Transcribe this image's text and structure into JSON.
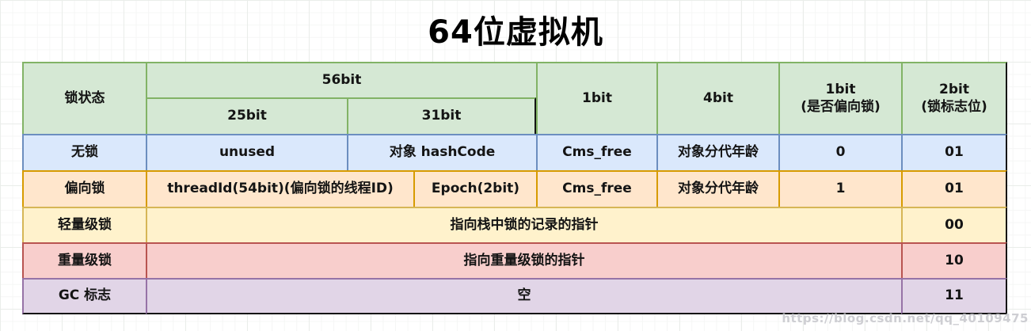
{
  "title": "64位虚拟机",
  "watermark": "https://blog.csdn.net/qq_40109475",
  "colors": {
    "header_fill": "#d5e8d4",
    "header_border": "#82b366",
    "no_lock_fill": "#dae8fc",
    "no_lock_border": "#6c8ebf",
    "biased_fill": "#ffe6cc",
    "biased_border": "#d79b00",
    "lightweight_fill": "#fff2cc",
    "lightweight_border": "#d6b656",
    "heavyweight_fill": "#f8cecc",
    "heavyweight_border": "#b85450",
    "gc_fill": "#e1d5e7",
    "gc_border": "#9673a6"
  },
  "table": {
    "header": {
      "lock_state": "锁状态",
      "bits56": "56bit",
      "bits25": "25bit",
      "bits31": "31bit",
      "bits1": "1bit",
      "bits4": "4bit",
      "bits1_biased": [
        "1bit",
        "(是否偏向锁)"
      ],
      "bits2_flag": [
        "2bit",
        "(锁标志位)"
      ]
    },
    "rows": [
      {
        "label": "无锁",
        "cells": [
          "unused",
          "对象 hashCode",
          "Cms_free",
          "对象分代年龄",
          "0",
          "01"
        ]
      },
      {
        "label": "偏向锁",
        "cells": [
          "threadId(54bit)(偏向锁的线程ID)",
          "Epoch(2bit)",
          "Cms_free",
          "对象分代年龄",
          "1",
          "01"
        ]
      },
      {
        "label": "轻量级锁",
        "cells": [
          "指向栈中锁的记录的指针",
          "00"
        ]
      },
      {
        "label": "重量级锁",
        "cells": [
          "指向重量级锁的指针",
          "10"
        ]
      },
      {
        "label": "GC 标志",
        "cells": [
          "空",
          "11"
        ]
      }
    ]
  }
}
